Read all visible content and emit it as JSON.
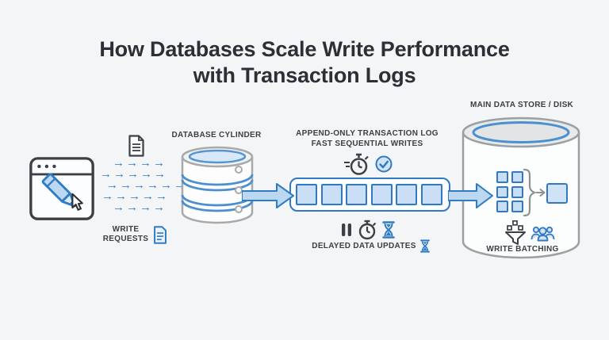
{
  "title": {
    "line1": "How Databases Scale Write Performance",
    "line2": "with Transaction Logs"
  },
  "left": {
    "write_requests": "WRITE REQUESTS"
  },
  "database": {
    "label": "DATABASE CYLINDER"
  },
  "log": {
    "label_line1": "APPEND-ONLY TRANSACTION LOG",
    "label_line2": "FAST SEQUENTIAL WRITES",
    "square_count": 6,
    "delayed_label": "DELAYED DATA UPDATES"
  },
  "store": {
    "label": "MAIN DATA STORE / DISK",
    "batching_label": "WRITE BATCHING",
    "grid_square_count": 6
  },
  "write_arrows": {
    "rows": [
      {
        "indent": 16,
        "count": 4
      },
      {
        "indent": 0,
        "count": 5
      },
      {
        "indent": 8,
        "count": 6
      },
      {
        "indent": 2,
        "count": 5
      },
      {
        "indent": 16,
        "count": 4
      }
    ],
    "glyph": "→"
  },
  "colors": {
    "accent_blue": "#2f7cc4",
    "light_blue_fill": "#cadef5",
    "outline_dark": "#3a4046",
    "outline_gray": "#9aa0a4",
    "background": "#f4f5f6",
    "text": "#2b3036"
  }
}
